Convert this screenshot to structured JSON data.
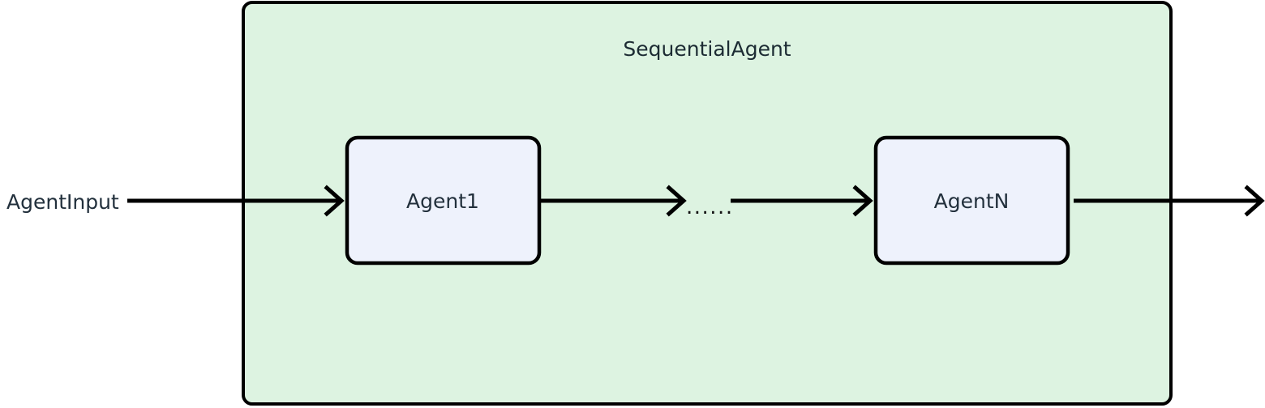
{
  "diagram": {
    "type": "flow-diagram",
    "title": "SequentialAgent",
    "background_color": "#ffffff",
    "container": {
      "label": "SequentialAgent",
      "fill_color": "#ddf3e1",
      "border_color": "#000000"
    },
    "external_inputs": [
      {
        "label": "AgentInput"
      }
    ],
    "nodes": [
      {
        "id": "agent1",
        "label": "Agent1",
        "fill_color": "#eef2fc",
        "border_color": "#000000"
      },
      {
        "id": "ellipsis",
        "label": "......",
        "fill_color": "none",
        "border_color": "none"
      },
      {
        "id": "agentN",
        "label": "AgentN",
        "fill_color": "#eef2fc",
        "border_color": "#000000"
      }
    ],
    "edges": [
      {
        "from": "AgentInput",
        "to": "Agent1",
        "arrow": true
      },
      {
        "from": "Agent1",
        "to": "......",
        "arrow": true
      },
      {
        "from": "......",
        "to": "AgentN",
        "arrow": true
      },
      {
        "from": "AgentN",
        "to": "output",
        "arrow": true
      }
    ],
    "text_color": "#22303c"
  }
}
